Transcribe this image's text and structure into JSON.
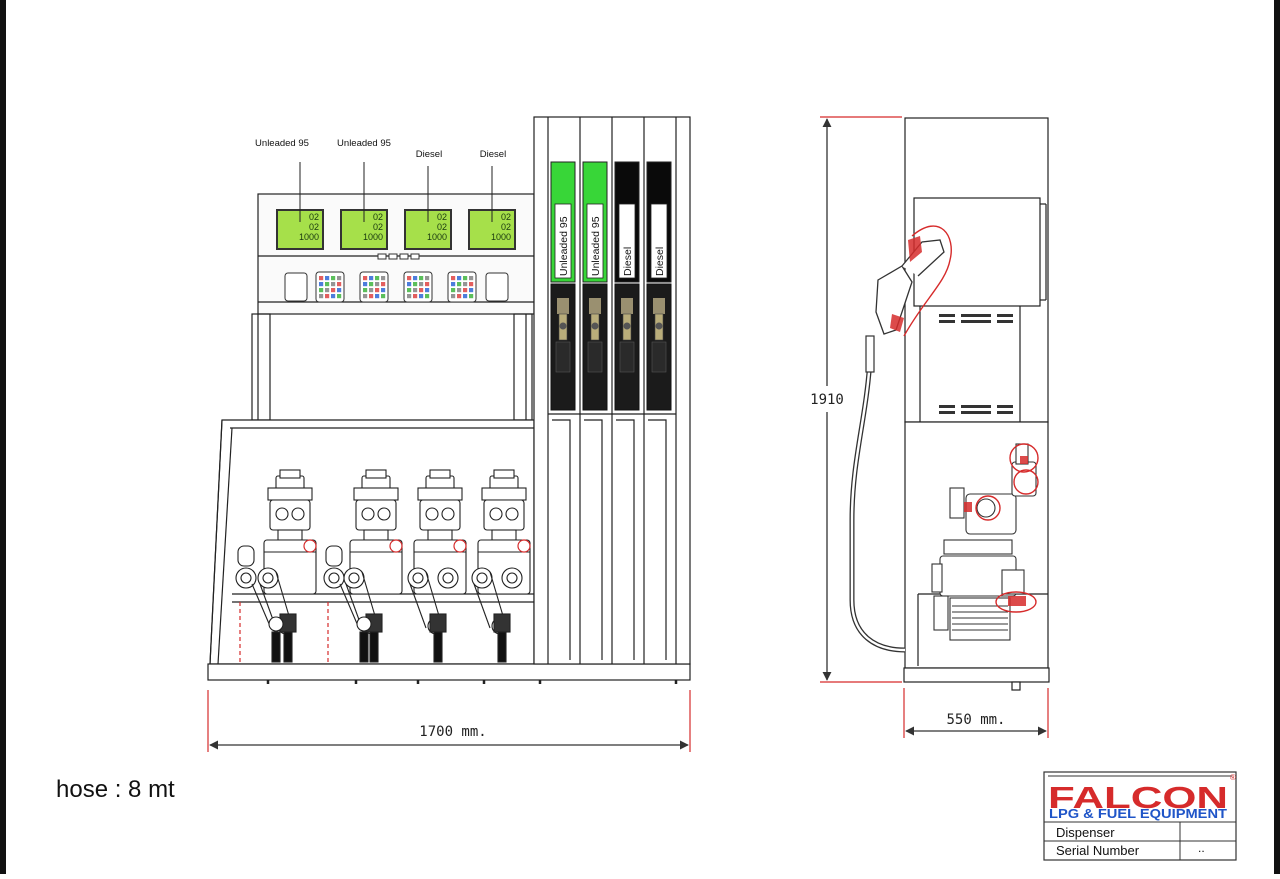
{
  "front_view": {
    "product_labels": [
      "Unleaded 95",
      "Unleaded 95",
      "Diesel",
      "Diesel"
    ],
    "display_readings": [
      "02",
      "02",
      "1000"
    ],
    "nozzle_panel_labels": [
      "Unleaded 95",
      "Unleaded 95",
      "Diesel",
      "Diesel"
    ],
    "panel_colors": [
      "#38d638",
      "#38d638",
      "#0a0a0a",
      "#0a0a0a"
    ],
    "display_color": "#a6e04a"
  },
  "dimensions": {
    "width_front": "1700 mm.",
    "height": "1910",
    "width_side": "550 mm."
  },
  "hose_note": "hose : 8 mt",
  "title_block": {
    "brand": "FALCON",
    "brand_registered": "®",
    "tagline": "LPG & FUEL EQUIPMENT",
    "row1": "Dispenser",
    "row2": "Serial Number",
    "row2_value": "..",
    "brand_color": "#d62b2b",
    "tagline_color": "#1f55c8"
  },
  "colors": {
    "dimension_line": "#d62b2b",
    "highlight": "#d62b2b"
  }
}
